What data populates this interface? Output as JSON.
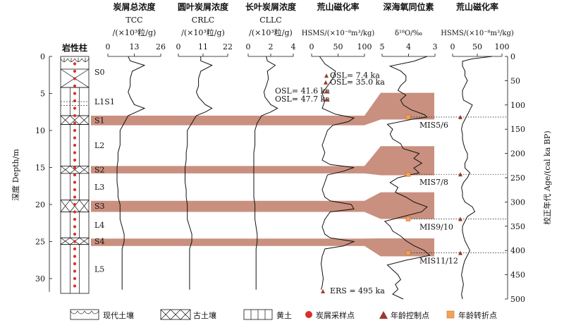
{
  "lithology_column": {
    "title": "岩性柱",
    "units": [
      {
        "label": "S0",
        "top": 0,
        "bottom": 4.2
      },
      {
        "label": "L1S1",
        "top": 4.2,
        "bottom": 8
      },
      {
        "label": "S1",
        "top": 8,
        "bottom": 9.2
      },
      {
        "label": "L2",
        "top": 9.2,
        "bottom": 14.8
      },
      {
        "label": "S2",
        "top": 14.8,
        "bottom": 15.8
      },
      {
        "label": "L3",
        "top": 15.8,
        "bottom": 19.4
      },
      {
        "label": "S3",
        "top": 19.4,
        "bottom": 21
      },
      {
        "label": "L4",
        "top": 21,
        "bottom": 24.5
      },
      {
        "label": "S4",
        "top": 24.5,
        "bottom": 25.4
      },
      {
        "label": "L5",
        "top": 25.4,
        "bottom": 32
      }
    ],
    "sample_depths": [
      1,
      2,
      3,
      4,
      5,
      6,
      7,
      8,
      9,
      10,
      11,
      12,
      13,
      14,
      15,
      16,
      17,
      18,
      19,
      20,
      21,
      22,
      23,
      24,
      25,
      26,
      27,
      28,
      29,
      30,
      31
    ]
  },
  "chart_data": [
    {
      "type": "line",
      "title": "炭屑总浓度",
      "subtitle": "TCC",
      "unit": "/(×10³粒/g)",
      "xlim": [
        0,
        26
      ],
      "ticks": [
        "0",
        "13",
        "26"
      ],
      "series": [
        {
          "depth": [
            0,
            0.6,
            1.2,
            2,
            3,
            4,
            4.8,
            5.5,
            6.5,
            7,
            7.5,
            8,
            9,
            10,
            11,
            12,
            13,
            14,
            15,
            16,
            17,
            18,
            19,
            20,
            21,
            22,
            23,
            24,
            25,
            26,
            27,
            28,
            29,
            30,
            31.5
          ],
          "value": [
            10,
            11,
            18,
            12,
            11,
            11,
            10,
            11,
            13,
            18,
            14,
            10,
            8,
            6,
            6,
            6,
            5,
            5,
            4.5,
            4.5,
            4.5,
            5,
            5,
            6,
            6,
            6,
            7,
            8,
            8,
            7,
            7,
            7,
            7,
            7,
            7
          ]
        }
      ]
    },
    {
      "type": "line",
      "title": "圆叶炭屑浓度",
      "subtitle": "CRLC",
      "unit": "/(×10³粒/g)",
      "xlim": [
        0,
        22
      ],
      "ticks": [
        "0",
        "11",
        "22"
      ],
      "series": [
        {
          "depth": [
            0,
            0.6,
            1.2,
            2,
            3,
            4,
            4.8,
            5.5,
            6.5,
            7,
            7.5,
            8,
            9,
            10,
            11,
            12,
            13,
            14,
            15,
            16,
            17,
            18,
            19,
            20,
            21,
            22,
            23,
            24,
            25,
            26,
            27,
            28,
            29,
            30,
            31.5
          ],
          "value": [
            10,
            10,
            15,
            10,
            9,
            9,
            8,
            9,
            12,
            15,
            12,
            8,
            6,
            4,
            4,
            4,
            3.5,
            3.5,
            3,
            3,
            3,
            3.5,
            3.5,
            4,
            4,
            4,
            5,
            6,
            6,
            5,
            5,
            5,
            5,
            5,
            5
          ]
        }
      ]
    },
    {
      "type": "line",
      "title": "长叶炭屑浓度",
      "subtitle": "CLLC",
      "unit": "/(×10³粒/g)",
      "xlim": [
        0,
        4
      ],
      "ticks": [
        "0",
        "2",
        "4"
      ],
      "series": [
        {
          "depth": [
            0,
            0.6,
            1.2,
            2,
            3,
            4,
            4.8,
            5.5,
            6.5,
            7,
            7.5,
            8,
            9,
            10,
            11,
            12,
            13,
            14,
            15,
            16,
            17,
            18,
            19,
            20,
            21,
            22,
            23,
            24,
            25,
            26,
            27,
            28,
            29,
            30,
            31.5
          ],
          "value": [
            1.6,
            1.7,
            2.4,
            1.7,
            1.8,
            1.6,
            1.4,
            1.5,
            2.0,
            2.6,
            2.0,
            1.2,
            0.8,
            0.6,
            0.6,
            0.6,
            0.5,
            0.5,
            0.5,
            0.5,
            0.5,
            0.5,
            0.5,
            0.6,
            0.6,
            0.6,
            0.7,
            0.8,
            0.8,
            0.7,
            0.7,
            0.7,
            0.7,
            0.7,
            0.7
          ]
        }
      ]
    },
    {
      "type": "line",
      "title": "荒山磁化率",
      "unit": "HSMS/(×10⁻⁸m³/kg)",
      "xlim": [
        0,
        100
      ],
      "ticks": [
        "0",
        "50",
        "100"
      ],
      "series": [
        {
          "depth": [
            0,
            1,
            2,
            3,
            4,
            5,
            6,
            7,
            7.8,
            8.3,
            8.8,
            9.3,
            10,
            11,
            12,
            13,
            14,
            14.6,
            15,
            15.5,
            16,
            17,
            18,
            19,
            19.5,
            20,
            20.6,
            21,
            22,
            23,
            24,
            24.5,
            25,
            25.6,
            26,
            27,
            28,
            29,
            30,
            31,
            31.5
          ],
          "value": [
            15,
            25,
            45,
            40,
            30,
            20,
            25,
            20,
            45,
            80,
            70,
            40,
            30,
            25,
            20,
            25,
            20,
            35,
            80,
            60,
            30,
            25,
            20,
            25,
            35,
            75,
            80,
            35,
            25,
            20,
            25,
            35,
            80,
            60,
            25,
            20,
            18,
            20,
            22,
            20,
            18
          ]
        }
      ]
    },
    {
      "type": "line",
      "title": "深海氧同位素",
      "unit": "δ¹⁸O/‰",
      "xlim": [
        5,
        3
      ],
      "ticks": [
        "5",
        "4",
        "3"
      ],
      "series": [
        {
          "age": [
            0,
            10,
            20,
            30,
            40,
            50,
            60,
            70,
            80,
            90,
            100,
            110,
            120,
            125,
            130,
            140,
            150,
            160,
            170,
            180,
            190,
            200,
            210,
            220,
            230,
            240,
            250,
            260,
            270,
            280,
            290,
            300,
            310,
            320,
            330,
            340,
            350,
            360,
            370,
            380,
            390,
            400,
            410,
            420,
            430,
            440,
            450,
            460,
            470,
            480,
            490,
            500
          ],
          "value": [
            3.3,
            3.8,
            4.7,
            4.3,
            4.1,
            4.1,
            4.3,
            4.4,
            4.1,
            4.3,
            4.2,
            3.9,
            3.4,
            3.3,
            3.9,
            4.8,
            4.6,
            4.7,
            4.6,
            4.3,
            4.2,
            3.6,
            3.8,
            3.5,
            3.8,
            3.6,
            4.4,
            4.7,
            4.4,
            4.5,
            4.1,
            3.8,
            3.3,
            3.5,
            4.2,
            4.9,
            4.7,
            4.6,
            4.3,
            4.1,
            3.8,
            3.4,
            3.2,
            4.1,
            4.8,
            4.6,
            4.4,
            4.3,
            4.5,
            4.4,
            4.6,
            4.2
          ]
        }
      ]
    },
    {
      "type": "line",
      "title": "荒山磁化率",
      "unit": "HSMS/(×10⁻⁸m³/kg)",
      "xlim": [
        0,
        100
      ],
      "ticks": [
        "0",
        "50",
        "100"
      ],
      "series": [
        {
          "age": [
            0,
            5,
            10,
            20,
            30,
            40,
            50,
            60,
            70,
            80,
            90,
            100,
            110,
            120,
            130,
            140,
            150,
            160,
            170,
            180,
            190,
            200,
            210,
            220,
            230,
            240,
            250,
            260,
            270,
            280,
            290,
            300,
            310,
            320,
            330,
            340,
            350,
            360,
            370,
            380,
            390,
            400,
            410,
            420,
            430,
            440,
            450,
            460,
            470,
            480,
            490,
            500
          ],
          "value": [
            80,
            40,
            20,
            20,
            25,
            25,
            30,
            25,
            20,
            20,
            22,
            40,
            35,
            30,
            25,
            20,
            18,
            20,
            20,
            22,
            25,
            30,
            30,
            25,
            25,
            35,
            30,
            22,
            18,
            20,
            20,
            25,
            40,
            45,
            30,
            25,
            20,
            20,
            22,
            25,
            30,
            35,
            30,
            25,
            22,
            20,
            18,
            20,
            22,
            20,
            18,
            20
          ]
        }
      ]
    }
  ],
  "depth_axis": {
    "label": "深度 Depth/m",
    "ticks": [
      "0",
      "5",
      "10",
      "15",
      "20",
      "25",
      "30"
    ],
    "ylim": [
      0,
      32
    ]
  },
  "age_axis": {
    "label": "校正年代 Age/(cal ka BP)",
    "ticks": [
      "0",
      "50",
      "100",
      "150",
      "200",
      "250",
      "300",
      "350",
      "400",
      "450",
      "500"
    ],
    "ylim": [
      0,
      500
    ]
  },
  "bands": [
    {
      "label": "S1",
      "depth_top": 8,
      "depth_bottom": 9.3,
      "age_top": 75,
      "age_bottom": 130,
      "mis": "MIS5/6",
      "tp_age": 125
    },
    {
      "label": "S2",
      "depth_top": 14.8,
      "depth_bottom": 15.8,
      "age_top": 185,
      "age_bottom": 245,
      "mis": "MIS7/8",
      "tp_age": 243
    },
    {
      "label": "S3",
      "depth_top": 19.5,
      "depth_bottom": 21,
      "age_top": 280,
      "age_bottom": 335,
      "mis": "MIS9/10",
      "tp_age": 335
    },
    {
      "label": "S4",
      "depth_top": 24.6,
      "depth_bottom": 25.6,
      "age_top": 375,
      "age_bottom": 412,
      "mis": "MIS11/12",
      "tp_age": 405
    }
  ],
  "annotations": [
    {
      "text": "OSL= 7.4 ka",
      "depth": 2.6
    },
    {
      "text": "OSL= 35.0 ka",
      "depth": 3.5
    },
    {
      "text": "OSL= 41.6 ka",
      "depth": 4.7
    },
    {
      "text": "OSL= 47.7 ka",
      "depth": 5.8
    },
    {
      "text": "ERS = 495 ka",
      "depth": 31.7
    }
  ],
  "legend": [
    {
      "symbol": "modern-soil",
      "label": "现代土壤"
    },
    {
      "symbol": "paleosol",
      "label": "古土壤"
    },
    {
      "symbol": "loess",
      "label": "黄土"
    },
    {
      "symbol": "charcoal-sample",
      "label": "炭屑采样点"
    },
    {
      "symbol": "age-control",
      "label": "年龄控制点"
    },
    {
      "symbol": "age-turning",
      "label": "年龄转折点"
    }
  ],
  "colors": {
    "band": "#c9907f",
    "sample_dot": "#d8302a",
    "control": "#9b3a2e",
    "turning": "#f4a259",
    "line": "#111111"
  }
}
